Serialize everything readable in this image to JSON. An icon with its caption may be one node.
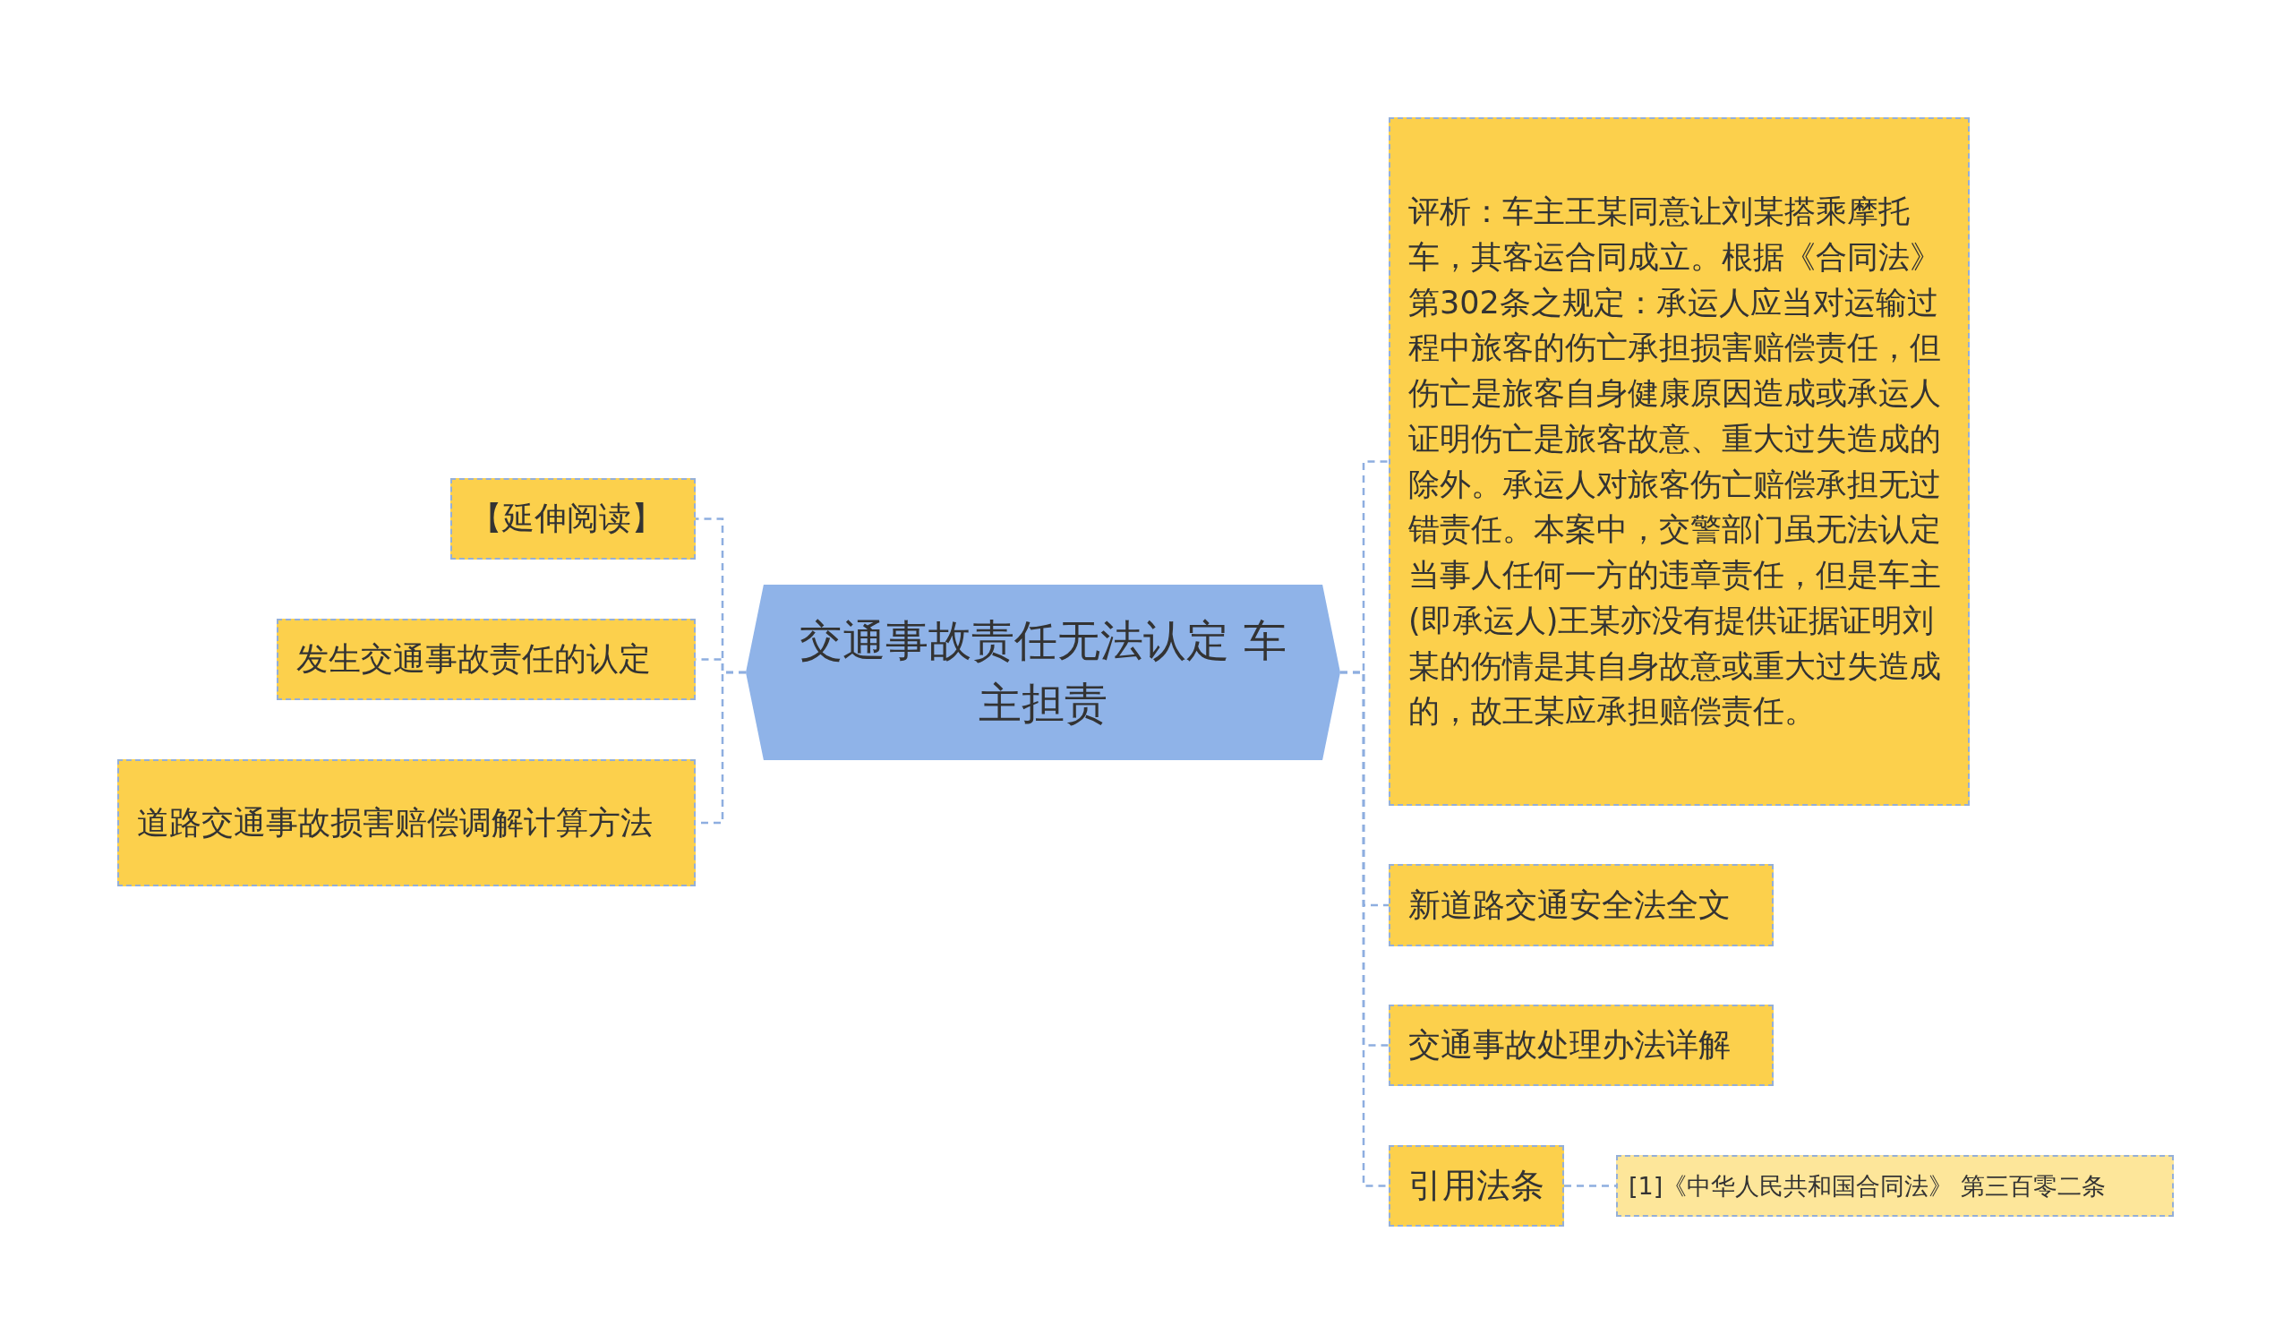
{
  "diagram": {
    "nodes": [
      {
        "text": [
          "交通事故责任无法认定 车主担责"
        ]
      },
      {
        "text": [
          "【延伸阅读】"
        ]
      },
      {
        "text": [
          "发生交通事故责任的认定"
        ]
      },
      {
        "text": [
          "道路交通事故损害赔偿调解计算方法"
        ]
      },
      {
        "text": [
          "评析：车主王某同意让刘某搭乘摩托车，其客运合同成立。根据《合同法》第302条之规定：承运人应当对运输过程中旅客的伤亡承担损害赔偿责任，但伤亡是旅客自身健康原因造成或承运人证明伤亡是旅客故意、重大过失造成的除外。承运人对旅客伤亡赔偿承担无过错责任。本案中，交警部门虽无法认定当事人任何一方的违章责任，但是车主(即承运人)王某亦没有提供证据证明刘某的伤情是其自身故意或重大过失造成的，故王某应承担赔偿责任。"
        ]
      },
      {
        "text": [
          "新道路交通安全法全文"
        ]
      },
      {
        "text": [
          "交通事故处理办法详解"
        ]
      },
      {
        "text": [
          "引用法条"
        ]
      },
      {
        "text": [
          "[1]《中华人民共和国合同法》 第三百零二条"
        ]
      }
    ],
    "edges": [
      {
        "from": 0,
        "to": 1,
        "arrow": "none",
        "style": "dashed"
      },
      {
        "from": 0,
        "to": 2,
        "arrow": "none",
        "style": "dashed"
      },
      {
        "from": 0,
        "to": 3,
        "arrow": "none",
        "style": "dashed"
      },
      {
        "from": 0,
        "to": 4,
        "arrow": "none",
        "style": "dashed"
      },
      {
        "from": 0,
        "to": 5,
        "arrow": "none",
        "style": "dashed"
      },
      {
        "from": 0,
        "to": 6,
        "arrow": "none",
        "style": "dashed"
      },
      {
        "from": 0,
        "to": 7,
        "arrow": "none",
        "style": "dashed"
      },
      {
        "from": 7,
        "to": 8,
        "arrow": "none",
        "style": "dashed"
      }
    ]
  }
}
